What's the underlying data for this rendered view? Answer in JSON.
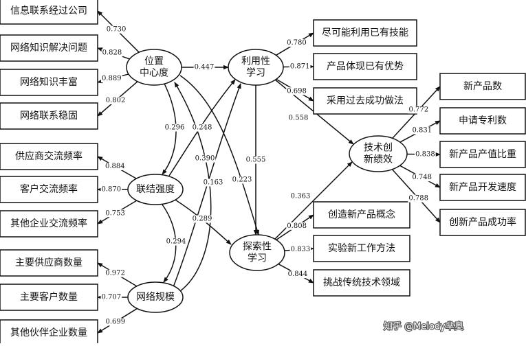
{
  "latent": {
    "pos": "位置\n中心度",
    "tie": "联结强度",
    "size": "网络规模",
    "expl": "利用性\n学习",
    "explr": "探索性\n学习",
    "perf": "技术创\n新绩效"
  },
  "indicators": {
    "pos": [
      "信息联系经过公司",
      "网络知识解决问题",
      "网络知识丰富",
      "网络联系稳固"
    ],
    "tie": [
      "供应商交流频率",
      "客户交流频率",
      "其他企业交流频率"
    ],
    "size": [
      "主要供应商数量",
      "主要客户数量",
      "其他伙伴企业数量"
    ],
    "expl": [
      "尽可能利用已有技能",
      "产品体现已有优势",
      "采用过去成功做法"
    ],
    "explr": [
      "创造新产品概念",
      "实验新工作方法",
      "挑战传统技术领域"
    ],
    "perf": [
      "新产品数",
      "申请专利数",
      "新产品产值比重",
      "新产品开发速度",
      "创新产品成功率"
    ]
  },
  "loadings": {
    "pos": [
      "0.730",
      "0.828",
      "0.889",
      "0.802"
    ],
    "tie": [
      "0.884",
      "0.870",
      "0.753"
    ],
    "size": [
      "0.972",
      "0.707",
      "0.699"
    ],
    "expl": [
      "0.780",
      "0.871",
      "0.698"
    ],
    "explr": [
      "0.808",
      "0.833",
      "0.844"
    ],
    "perf": [
      "0.772",
      "0.831",
      "0.838",
      "0.748",
      "0.788"
    ]
  },
  "correlations": [
    {
      "from": "pos",
      "to": "tie",
      "value": "0.296"
    },
    {
      "from": "tie",
      "to": "size",
      "value": "0.294"
    }
  ],
  "paths": [
    {
      "from": "pos",
      "to": "expl",
      "value": "0.447"
    },
    {
      "from": "pos",
      "to": "explr",
      "value": "0.223"
    },
    {
      "from": "tie",
      "to": "expl",
      "value": "0.248"
    },
    {
      "from": "tie",
      "to": "explr",
      "value": "0.289"
    },
    {
      "from": "size",
      "to": "expl",
      "value": "0.390"
    },
    {
      "from": "size",
      "to": "pos",
      "value": "0.163"
    },
    {
      "from": "expl",
      "to": "explr",
      "value": "0.555"
    },
    {
      "from": "expl",
      "to": "perf",
      "value": "0.558"
    },
    {
      "from": "explr",
      "to": "perf",
      "value": "0.363"
    }
  ],
  "watermark": "知乎 @Melody芈奥"
}
